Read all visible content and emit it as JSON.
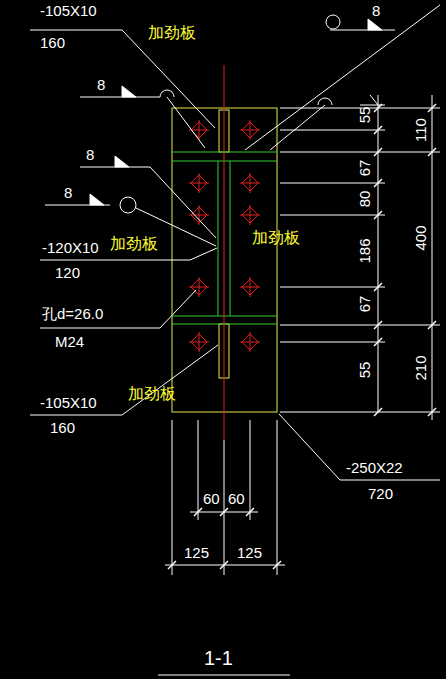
{
  "diagram": {
    "title": "1-1",
    "labels": [
      "-105X10",
      "160",
      "加劲板",
      "8",
      "8",
      "55",
      "110",
      "8",
      "67",
      "8",
      "80",
      "400",
      "-120X10",
      "加劲板",
      "加劲板",
      "120",
      "186",
      "孔d=26.0",
      "M24",
      "67",
      "55",
      "210",
      "-105X10",
      "160",
      "加劲板",
      "-250X22",
      "720",
      "60",
      "60",
      "125",
      "125"
    ]
  }
}
